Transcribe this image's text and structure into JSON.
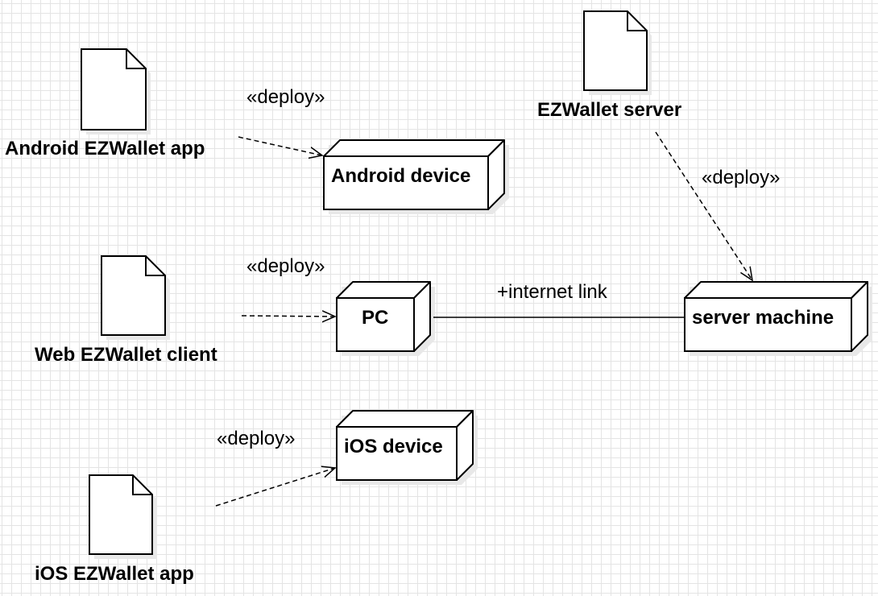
{
  "artifacts": {
    "android_app": "Android EZWallet app",
    "web_client": "Web EZWallet client",
    "ios_app": "iOS EZWallet app",
    "server": "EZWallet server"
  },
  "nodes": {
    "android_device": "Android device",
    "pc": "PC",
    "ios_device": "iOS device",
    "server_machine": "server machine"
  },
  "relations": {
    "deploy_android": "«deploy»",
    "deploy_pc": "«deploy»",
    "deploy_ios": "«deploy»",
    "deploy_server": "«deploy»",
    "internet_link": "+internet link"
  },
  "colors": {
    "stroke": "#000000",
    "fill": "#ffffff",
    "shadow": "#e8e8e8",
    "grid": "#e4e4e4"
  }
}
